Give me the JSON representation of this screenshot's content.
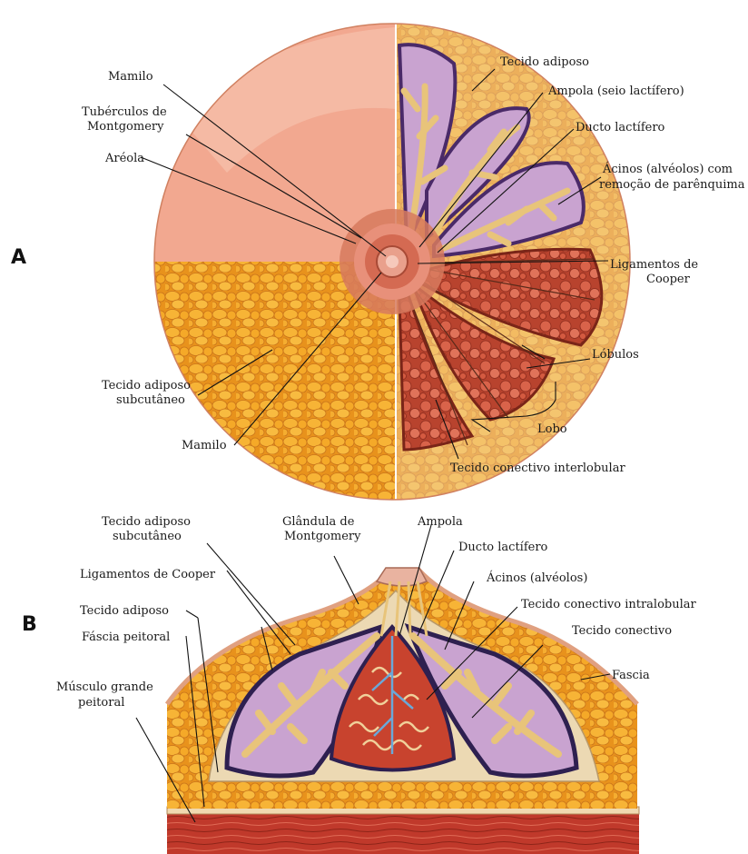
{
  "panel_a": {
    "letter": "A",
    "labels": {
      "mamilo_top": "Mamilo",
      "tuberculos_1": "Tubérculos de",
      "tuberculos_2": "Montgomery",
      "areola": "Aréola",
      "tecido_adiposo": "Tecido adiposo",
      "ampola": "Ampola (seio lactífero)",
      "ducto": "Ducto lactífero",
      "acinos_1": "Ácinos (alvéolos) com",
      "acinos_2": "remoção de parênquima",
      "ligamentos_1": "Ligamentos de",
      "ligamentos_2": "Cooper",
      "lobulos": "Lóbulos",
      "lobo": "Lobo",
      "conectivo_inter": "Tecido conectivo interlobular",
      "subcutaneo_1": "Tecido adiposo",
      "subcutaneo_2": "subcutâneo",
      "mamilo_bottom": "Mamilo"
    }
  },
  "panel_b": {
    "letter": "B",
    "labels": {
      "subcutaneo_1": "Tecido adiposo",
      "subcutaneo_2": "subcutâneo",
      "glandula_1": "Glândula de",
      "glandula_2": "Montgomery",
      "ampola": "Ampola",
      "ducto": "Ducto lactífero",
      "ligamentos": "Ligamentos de Cooper",
      "acinos": "Ácinos (alvéolos)",
      "conectivo_intra": "Tecido conectivo intralobular",
      "tecido_adiposo": "Tecido adiposo",
      "fascia_peitoral": "Fáscia peitoral",
      "tecido_conectivo": "Tecido conectivo",
      "fascia": "Fascia",
      "musculo_1": "Músculo grande",
      "musculo_2": "peitoral"
    }
  },
  "colors": {
    "skin": "#f2a890",
    "skin_light": "#f6c2ad",
    "fat": "#f5a623",
    "fat_dark": "#d9801a",
    "lobe_purple": "#5a3a7a",
    "lobe_fill": "#c9a3d0",
    "gland": "#e8c47a",
    "lobule_red": "#c9452f",
    "muscle": "#c0392b"
  }
}
